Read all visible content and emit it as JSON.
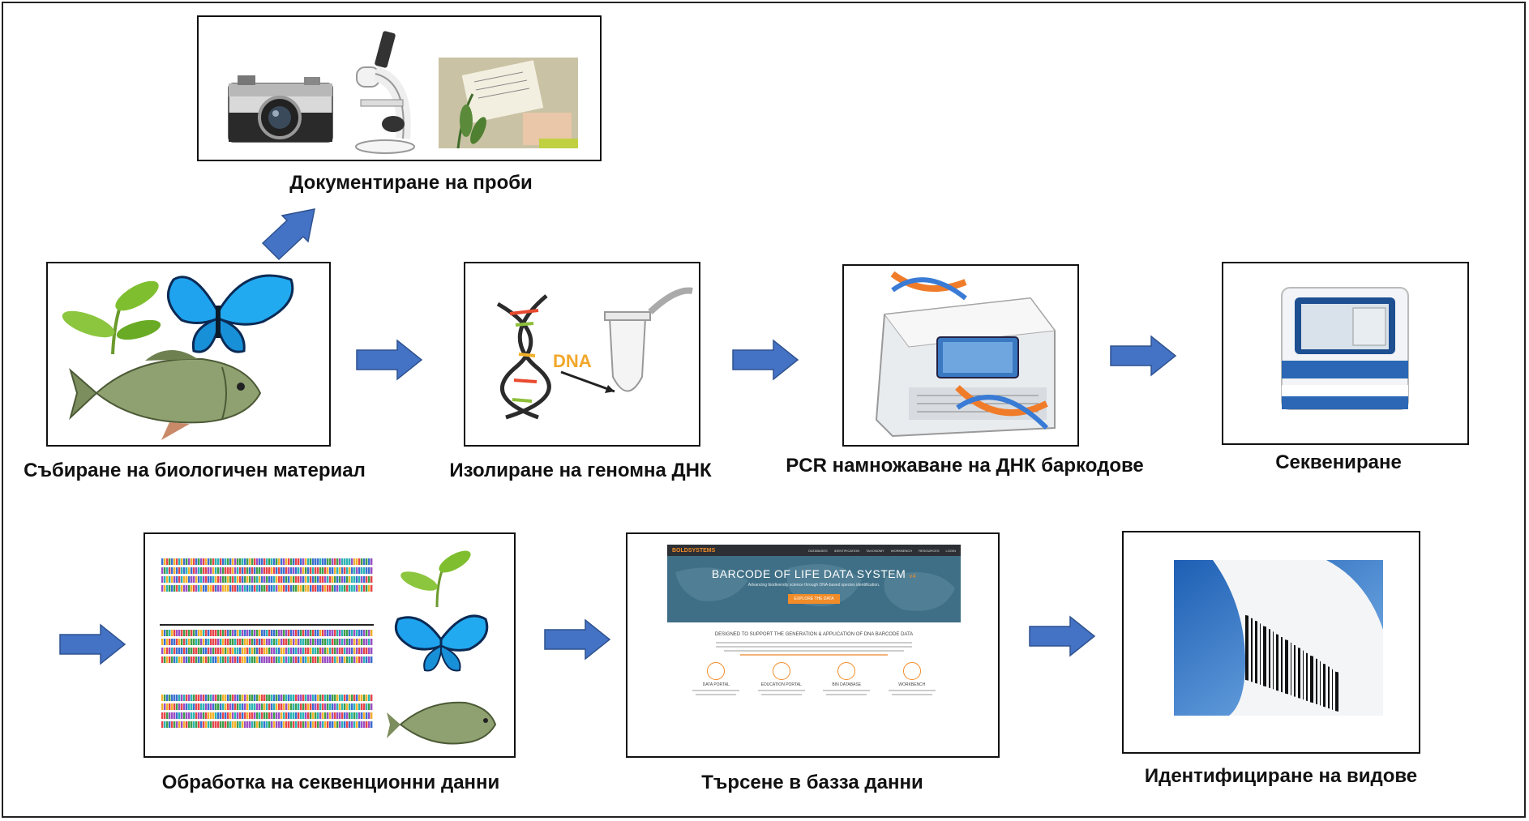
{
  "steps": {
    "documentation": "Документиране на проби",
    "collection": "Събиране на биологичен материал",
    "isolation": "Изолиране на геномна ДНК",
    "pcr": "PCR намножаване на ДНК баркодове",
    "sequencing": "Секвениране",
    "processing": "Обработка на секвенционни данни",
    "search": "Търсене в базза данни",
    "identification": "Идентифициране на видове"
  },
  "dna_text": "DNA",
  "bold": {
    "logo": "BOLDSYSTEMS",
    "nav": [
      "DATABASES",
      "IDENTIFICATION",
      "TAXONOMY",
      "WORKBENCH",
      "RESOURCES",
      "LOGIN"
    ],
    "hero_title": "BARCODE OF LIFE DATA SYSTEM",
    "hero_version": "v4",
    "hero_sub": "Advancing biodiversity science through DNA-based species identification.",
    "explore": "EXPLORE THE DATA",
    "designed": "DESIGNED TO SUPPORT THE GENERATION & APPLICATION OF DNA BARCODE DATA",
    "portals": [
      "DATA PORTAL",
      "EDUCATION PORTAL",
      "BIN DATABASE",
      "WORKBENCH"
    ]
  },
  "colors": {
    "arrow": "#4472C4",
    "arrow_edge": "#2F528F",
    "bold_orange": "#F28C28"
  }
}
